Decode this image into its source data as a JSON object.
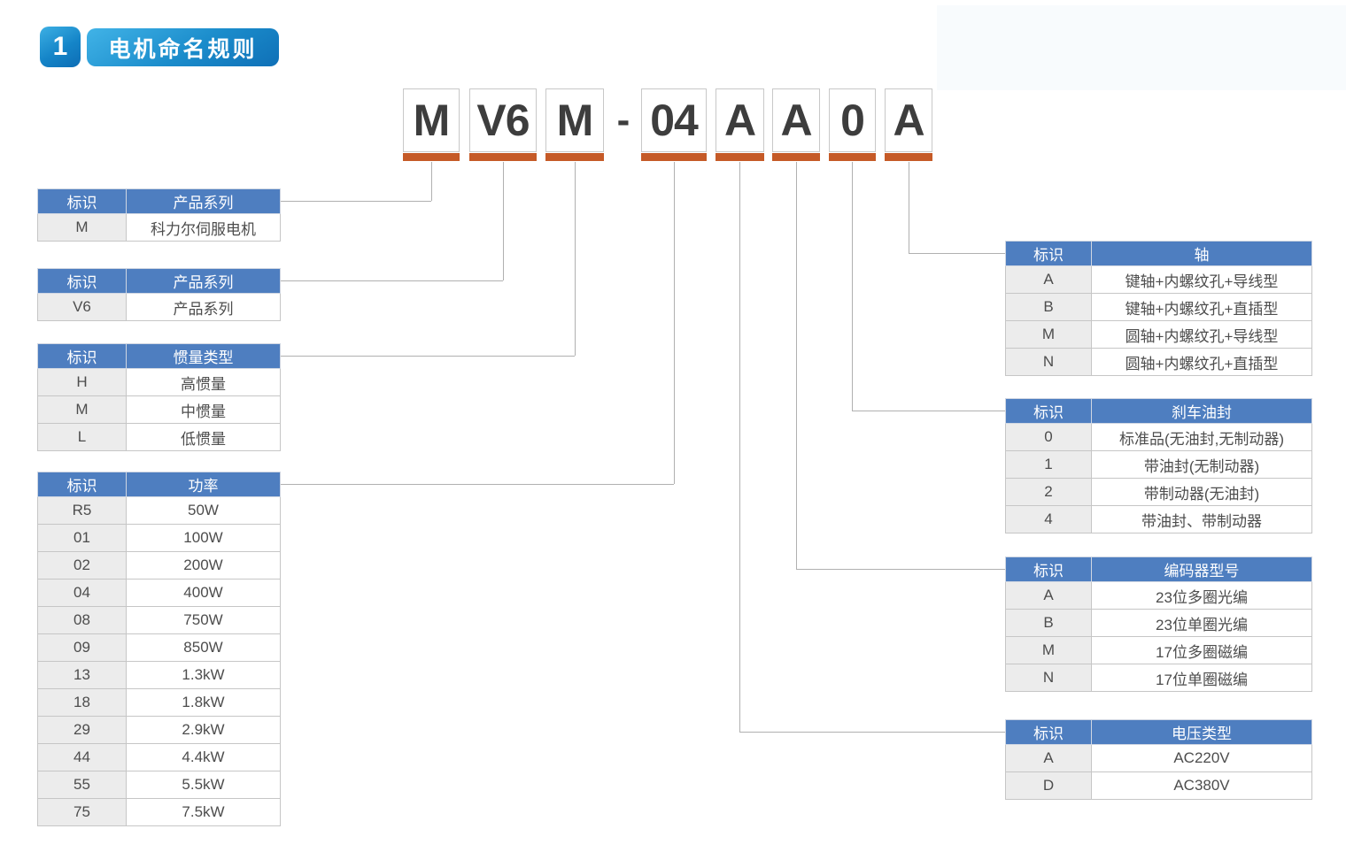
{
  "page": {
    "section_number": "1",
    "title": "电机命名规则"
  },
  "model_code": {
    "separator": "-",
    "boxes": [
      {
        "char": "M"
      },
      {
        "char": "V6"
      },
      {
        "char": "M"
      },
      {
        "char": "04"
      },
      {
        "char": "A"
      },
      {
        "char": "A"
      },
      {
        "char": "0"
      },
      {
        "char": "A"
      }
    ]
  },
  "tables": {
    "series_m": {
      "headers": [
        "标识",
        "产品系列"
      ],
      "rows": [
        [
          "M",
          "科力尔伺服电机"
        ]
      ]
    },
    "series_v6": {
      "headers": [
        "标识",
        "产品系列"
      ],
      "rows": [
        [
          "V6",
          "产品系列"
        ]
      ]
    },
    "inertia": {
      "headers": [
        "标识",
        "惯量类型"
      ],
      "rows": [
        [
          "H",
          "高惯量"
        ],
        [
          "M",
          "中惯量"
        ],
        [
          "L",
          "低惯量"
        ]
      ]
    },
    "power": {
      "headers": [
        "标识",
        "功率"
      ],
      "rows": [
        [
          "R5",
          "50W"
        ],
        [
          "01",
          "100W"
        ],
        [
          "02",
          "200W"
        ],
        [
          "04",
          "400W"
        ],
        [
          "08",
          "750W"
        ],
        [
          "09",
          "850W"
        ],
        [
          "13",
          "1.3kW"
        ],
        [
          "18",
          "1.8kW"
        ],
        [
          "29",
          "2.9kW"
        ],
        [
          "44",
          "4.4kW"
        ],
        [
          "55",
          "5.5kW"
        ],
        [
          "75",
          "7.5kW"
        ]
      ]
    },
    "shaft": {
      "headers": [
        "标识",
        "轴"
      ],
      "rows": [
        [
          "A",
          "键轴+内螺纹孔+导线型"
        ],
        [
          "B",
          "键轴+内螺纹孔+直插型"
        ],
        [
          "M",
          "圆轴+内螺纹孔+导线型"
        ],
        [
          "N",
          "圆轴+内螺纹孔+直插型"
        ]
      ]
    },
    "brake_oil_seal": {
      "headers": [
        "标识",
        "刹车油封"
      ],
      "rows": [
        [
          "0",
          "标准品(无油封,无制动器)"
        ],
        [
          "1",
          "带油封(无制动器)"
        ],
        [
          "2",
          "带制动器(无油封)"
        ],
        [
          "4",
          "带油封、带制动器"
        ]
      ]
    },
    "encoder": {
      "headers": [
        "标识",
        "编码器型号"
      ],
      "rows": [
        [
          "A",
          "23位多圈光编"
        ],
        [
          "B",
          "23位单圈光编"
        ],
        [
          "M",
          "17位多圈磁编"
        ],
        [
          "N",
          "17位单圈磁编"
        ]
      ]
    },
    "voltage": {
      "headers": [
        "标识",
        "电压类型"
      ],
      "rows": [
        [
          "A",
          "AC220V"
        ],
        [
          "D",
          "AC380V"
        ]
      ]
    }
  },
  "colors": {
    "table_header_blue": "#4e7ec0",
    "underline_orange": "#c55a27",
    "badge_blue_light": "#3db0e4",
    "badge_blue_dark": "#0d6db5",
    "connector_gray": "#b0b0b0"
  }
}
